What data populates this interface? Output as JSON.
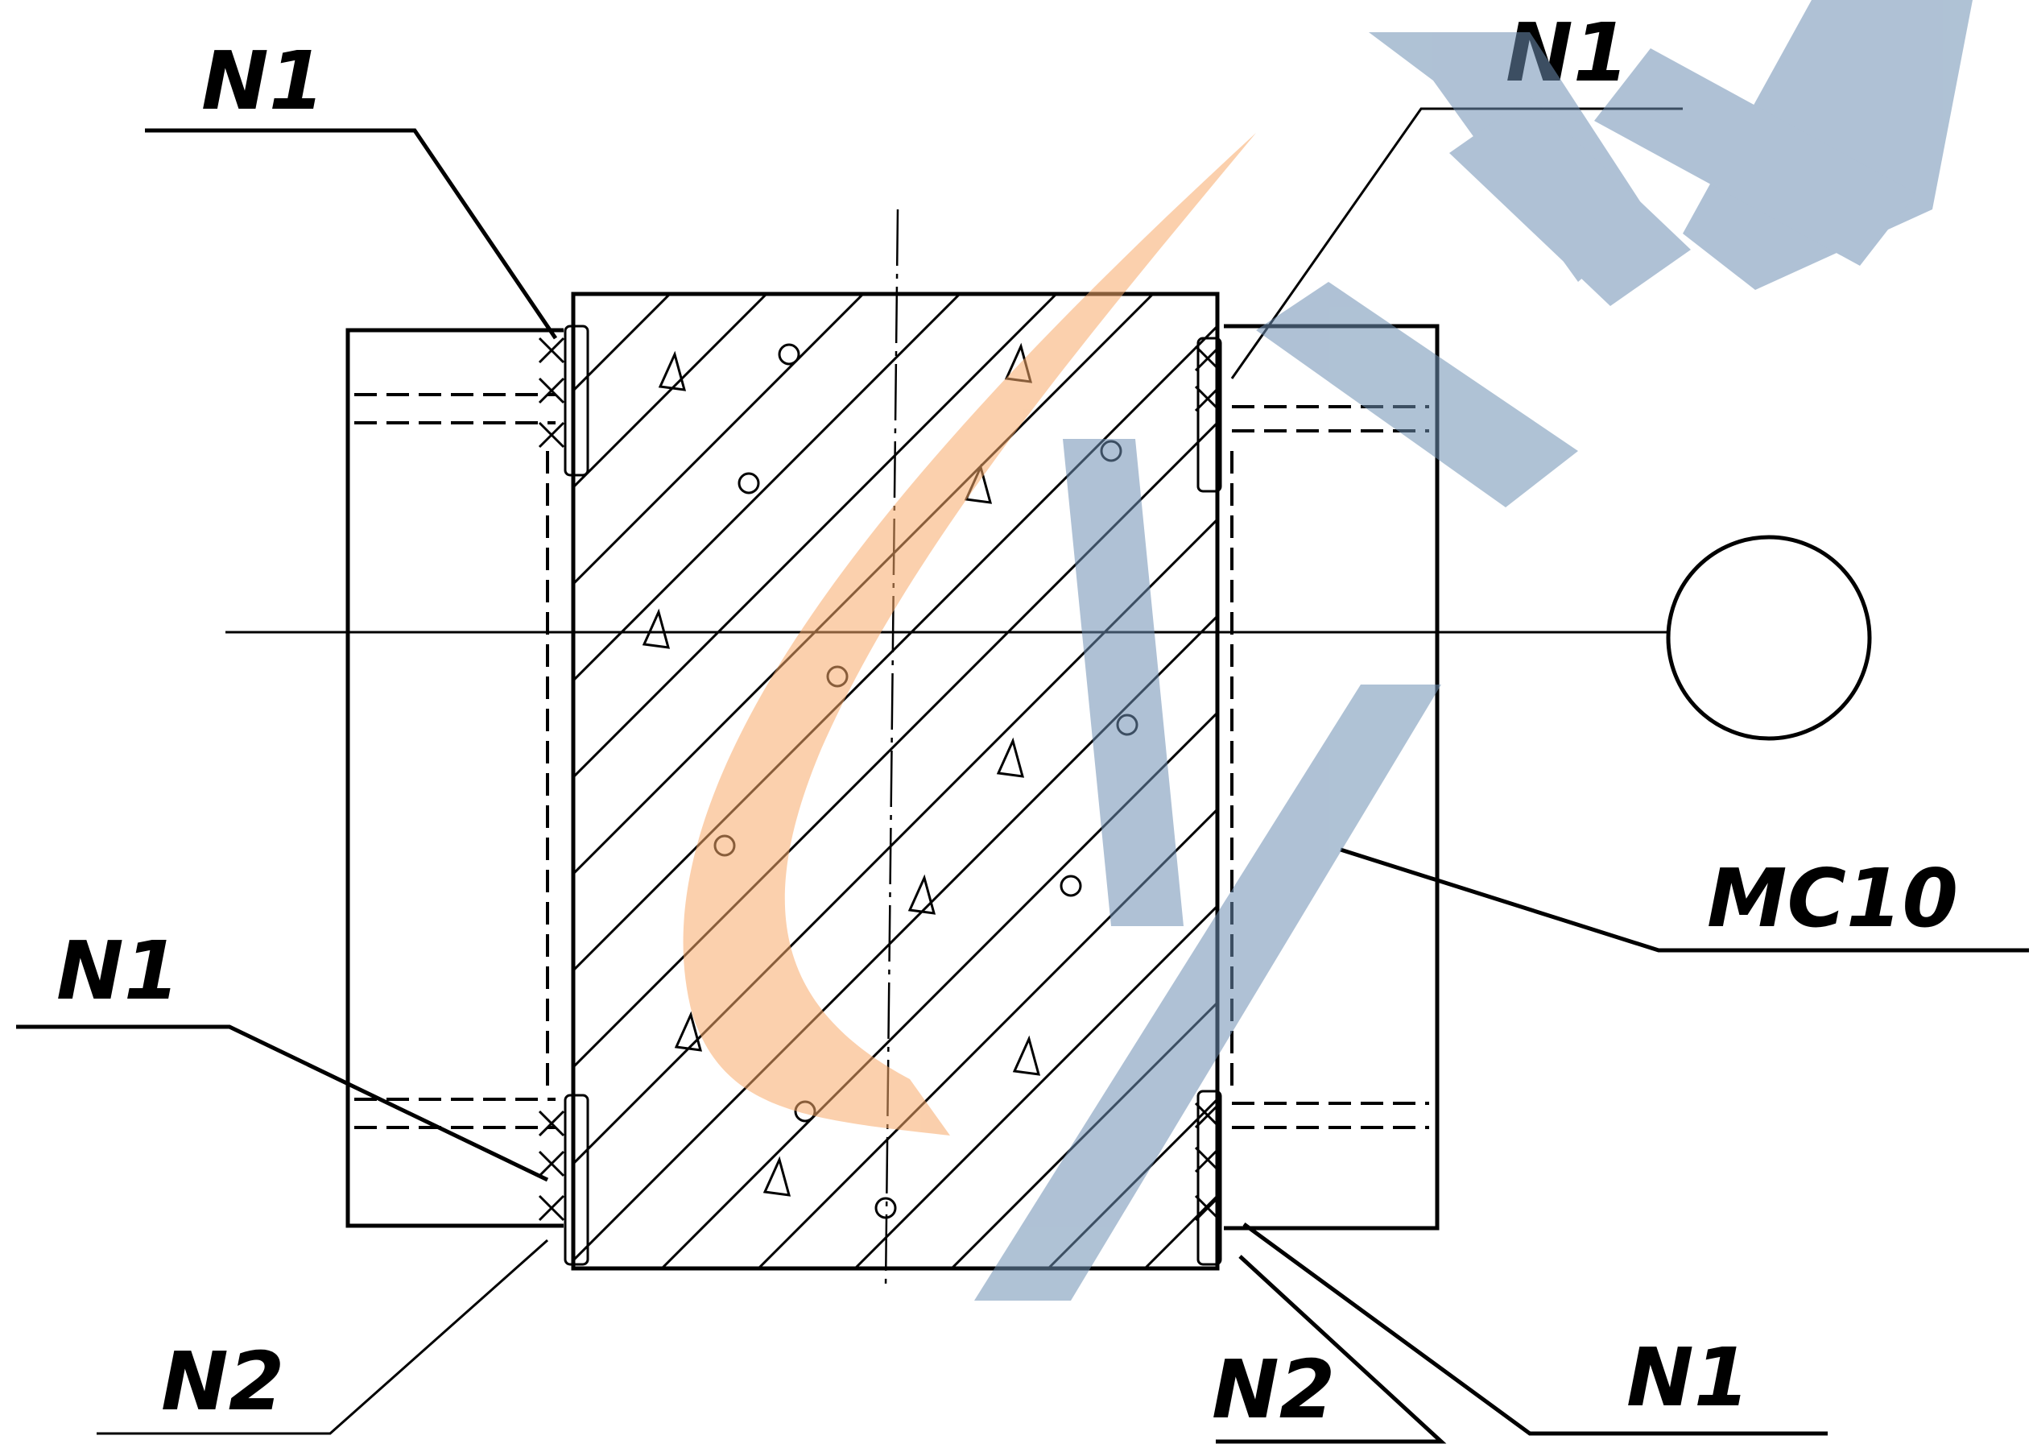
{
  "labels": {
    "weld_top_left": "N1",
    "weld_top_right": "N1",
    "weld_mid_left": "N1",
    "weld_bottom_right": "N1",
    "weld_bottom_left_n2": "N2",
    "weld_bottom_right_n2": "N2",
    "plate": "MC10"
  },
  "colors": {
    "line": "#000000",
    "background": "#ffffff",
    "watermark_orange": "#F7A96A",
    "watermark_blue": "#6E8FB3"
  }
}
